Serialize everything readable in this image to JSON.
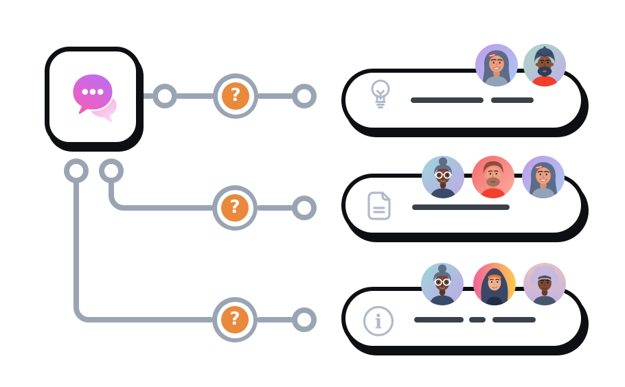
{
  "palette": {
    "background": "#FFFFFF",
    "outline": "#0D0F12",
    "connector": "#9AA5B4",
    "accent_orange": "#E8893C",
    "text_bar": "#3B414B",
    "icon_slate": "#AFBACB",
    "card": "#FFFFFF",
    "bubble_purple": "#BE6CF2",
    "bubble_pink": "#F55FB4",
    "bubble_light_pink": "#F2A8DE"
  },
  "labels": {
    "question_mark": "?"
  },
  "source_node": {
    "name": "chat",
    "icon": "chat-bubbles-icon"
  },
  "junctions": {
    "count": 3,
    "symbol": "?"
  },
  "rows": [
    {
      "id": "idea",
      "icon": "lightbulb-icon",
      "text_bars": 2,
      "avatars": [
        "woman-long-hair",
        "man-turban"
      ]
    },
    {
      "id": "document",
      "icon": "document-icon",
      "text_bars": 1,
      "avatars": [
        "woman-bun-glasses",
        "man-beard",
        "woman-long-hair"
      ]
    },
    {
      "id": "info",
      "icon": "info-icon",
      "text_bars": 3,
      "avatars": [
        "woman-bun-glasses",
        "woman-hijab",
        "person-afro"
      ]
    }
  ]
}
